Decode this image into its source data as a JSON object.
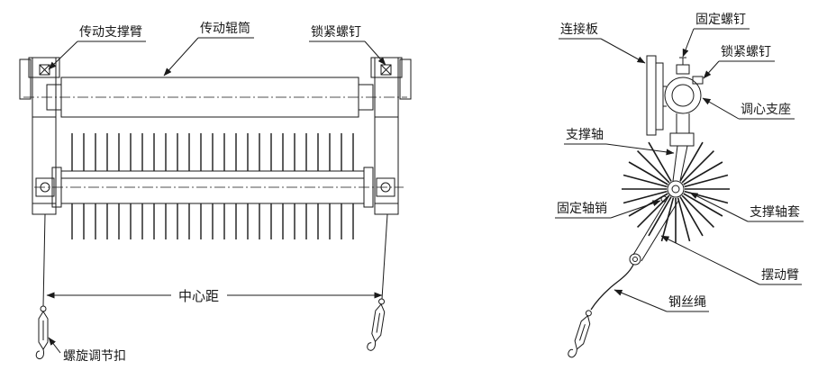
{
  "figure": {
    "ink": "#1a1a1a",
    "paper": "#ffffff",
    "left_view": {
      "labels": {
        "drive_support_arm": "传动支撑臂",
        "drive_roller": "传动辊筒",
        "locking_screw": "锁紧螺钉",
        "center_distance": "中心距",
        "screw_adjuster": "螺旋调节扣"
      }
    },
    "right_view": {
      "labels": {
        "connection_plate": "连接板",
        "fixing_screw": "固定螺钉",
        "locking_screw": "锁紧螺钉",
        "aligning_bearing": "调心支座",
        "support_shaft": "支撑轴",
        "fixing_axle_pin": "固定轴销",
        "support_shaft_sleeve": "支撑轴套",
        "swing_arm": "摆动臂",
        "wire_rope": "钢丝绳"
      }
    }
  }
}
